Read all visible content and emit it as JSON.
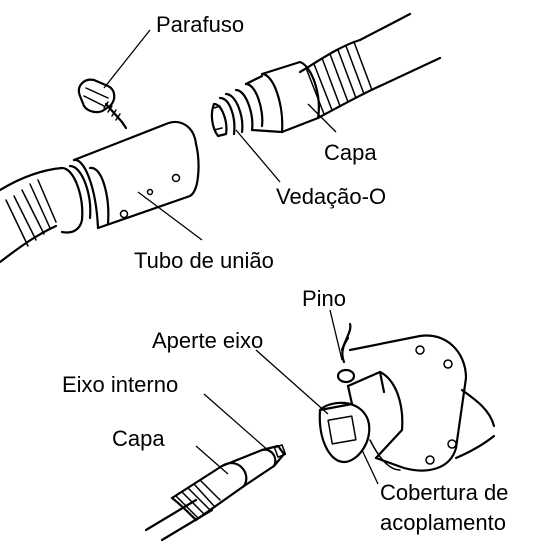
{
  "labels": {
    "parafuso": "Parafuso",
    "capa_top": "Capa",
    "vedacao": "Vedação-O",
    "tubo": "Tubo de união",
    "pino": "Pino",
    "aperte": "Aperte eixo",
    "eixo_interno": "Eixo interno",
    "capa_bottom": "Capa",
    "cobertura_1": "Cobertura de",
    "cobertura_2": "acoplamento"
  },
  "colors": {
    "ink": "#000000",
    "background": "#ffffff"
  }
}
